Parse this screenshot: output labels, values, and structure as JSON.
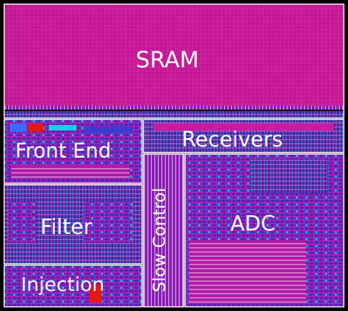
{
  "blocks": {
    "sram": "SRAM",
    "front_end": "Front End",
    "receivers": "Receivers",
    "filter": "Filter",
    "adc": "ADC",
    "injection": "Injection",
    "slow_control": "Slow Control"
  },
  "colors": {
    "background": "#000000",
    "sram_fill": "#c8169a",
    "metal_magenta": "#d61fb0",
    "metal_purple": "#8a2be2",
    "metal_blue": "#3a5cff",
    "metal_cyan": "#24c8e8",
    "block_outline": "#ffffff",
    "label_text": "#ffffff"
  }
}
